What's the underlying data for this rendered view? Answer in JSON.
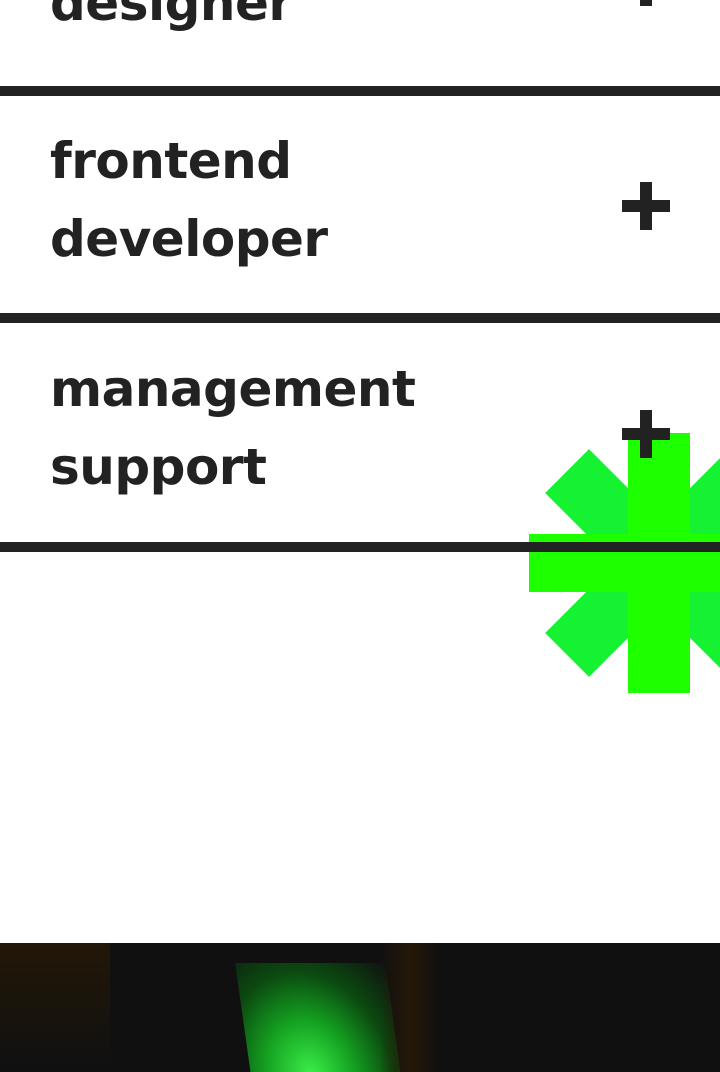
{
  "accordion": {
    "items": [
      {
        "line1": "",
        "line2": "designer",
        "expand_icon": "plus-icon"
      },
      {
        "line1": "frontend",
        "line2": "developer",
        "expand_icon": "plus-icon"
      },
      {
        "line1": "management",
        "line2": "support",
        "expand_icon": "plus-icon"
      }
    ]
  },
  "colors": {
    "text": "#222222",
    "accent_green": "#1eff00",
    "accent_green_diagonal": "#14f232",
    "footer_bg": "#101010"
  },
  "decoration": {
    "icon": "asterisk-icon"
  },
  "footer": {
    "image": "green-light-image"
  }
}
